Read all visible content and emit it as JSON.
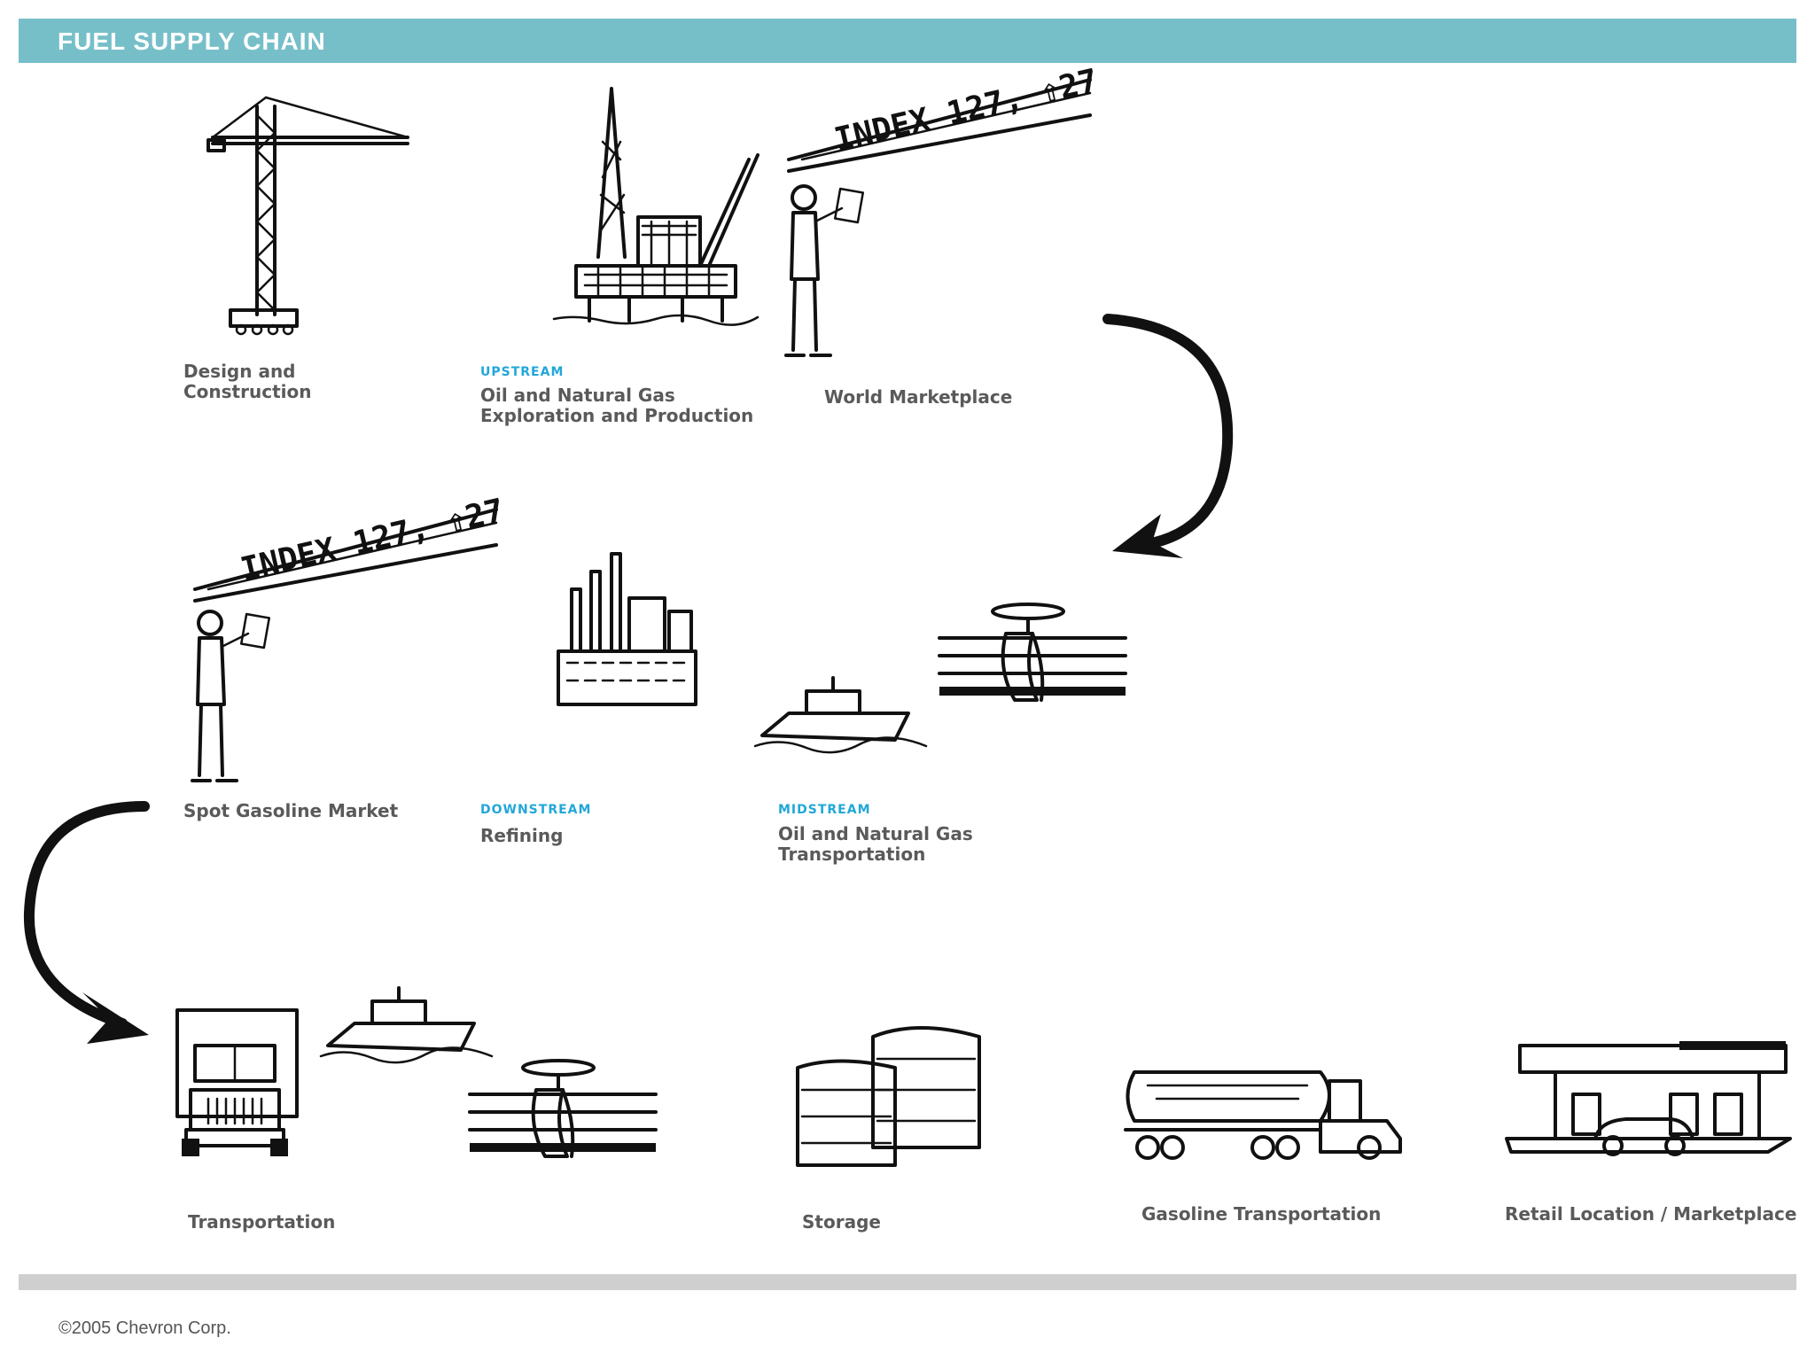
{
  "header": {
    "title": "FUEL SUPPLY CHAIN"
  },
  "nodes": {
    "design": {
      "label_line1": "Design and",
      "label_line2": "Construction"
    },
    "upstream": {
      "stream": "UPSTREAM",
      "label_line1": "Oil and Natural Gas",
      "label_line2": "Exploration and Production"
    },
    "world_market": {
      "label": "World Marketplace",
      "ticker_text": "INDEX 127, ⇧27"
    },
    "spot_market": {
      "label": "Spot Gasoline Market",
      "ticker_text": "INDEX 127, ⇧27"
    },
    "downstream": {
      "stream": "DOWNSTREAM",
      "label": "Refining"
    },
    "midstream": {
      "stream": "MIDSTREAM",
      "label_line1": "Oil and Natural Gas",
      "label_line2": "Transportation"
    },
    "transportation": {
      "label": "Transportation"
    },
    "storage": {
      "label": "Storage"
    },
    "gasoline_transport": {
      "label": "Gasoline Transportation"
    },
    "retail": {
      "label": "Retail Location / Marketplace"
    }
  },
  "footer": {
    "copyright": "©2005 Chevron Corp."
  },
  "colors": {
    "header_bg": "#76bfc9",
    "stream_label": "#22a7d8",
    "footer_bar": "#cfcfcf",
    "ink": "#111111"
  }
}
